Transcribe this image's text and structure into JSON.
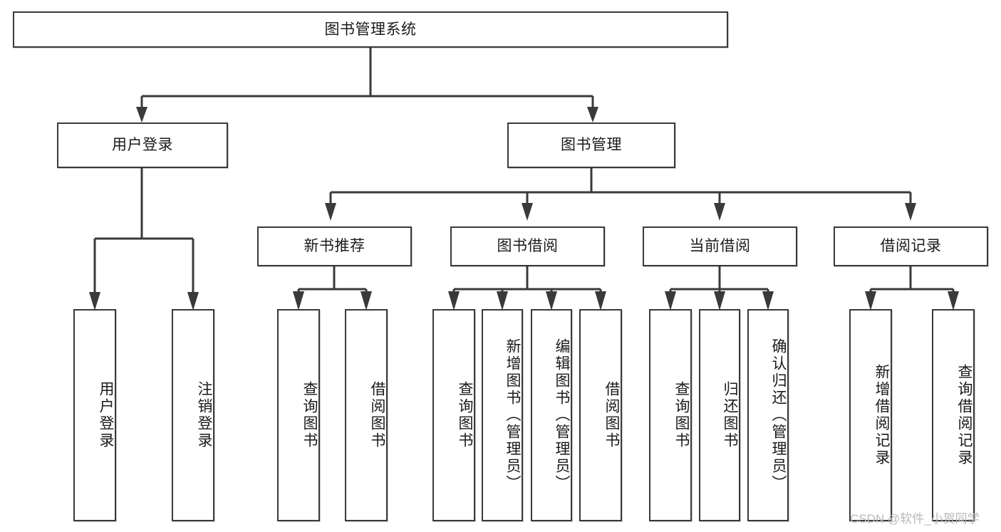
{
  "diagram": {
    "type": "hierarchy-tree",
    "title": "图书管理系统",
    "orientation": "top-down",
    "colors": {
      "box_border": "#3a3a3a",
      "box_fill": "#ffffff",
      "connector": "#3a3a3a",
      "text": "#1a1a1a",
      "watermark": "#b9b9b9"
    },
    "root": {
      "id": "root",
      "label": "图书管理系统"
    },
    "level2": [
      {
        "id": "user-login",
        "label": "用户登录"
      },
      {
        "id": "book-manage",
        "label": "图书管理"
      }
    ],
    "level3": [
      {
        "id": "new-book-rec",
        "label": "新书推荐"
      },
      {
        "id": "book-borrow",
        "label": "图书借阅"
      },
      {
        "id": "current-borrow",
        "label": "当前借阅"
      },
      {
        "id": "borrow-record",
        "label": "借阅记录"
      }
    ],
    "leaves": {
      "user_login": [
        {
          "id": "leaf-user-login",
          "label": "用户登录"
        },
        {
          "id": "leaf-logout",
          "label": "注销登录"
        }
      ],
      "new_book_rec": [
        {
          "id": "leaf-query-book-1",
          "label": "查询图书"
        },
        {
          "id": "leaf-borrow-book-1",
          "label": "借阅图书"
        }
      ],
      "book_borrow": [
        {
          "id": "leaf-query-book-2",
          "label": "查询图书"
        },
        {
          "id": "leaf-add-book",
          "label": "新增图书（管理员）"
        },
        {
          "id": "leaf-edit-book",
          "label": "编辑图书（管理员）"
        },
        {
          "id": "leaf-borrow-book-2",
          "label": "借阅图书"
        }
      ],
      "current_borrow": [
        {
          "id": "leaf-query-book-3",
          "label": "查询图书"
        },
        {
          "id": "leaf-return-book",
          "label": "归还图书"
        },
        {
          "id": "leaf-confirm-return",
          "label": "确认归还（管理员）"
        }
      ],
      "borrow_record": [
        {
          "id": "leaf-add-record",
          "label": "新增借阅记录"
        },
        {
          "id": "leaf-query-record",
          "label": "查询借阅记录"
        }
      ]
    }
  },
  "watermark": {
    "text": "CSDN @软件_小贺同学"
  }
}
